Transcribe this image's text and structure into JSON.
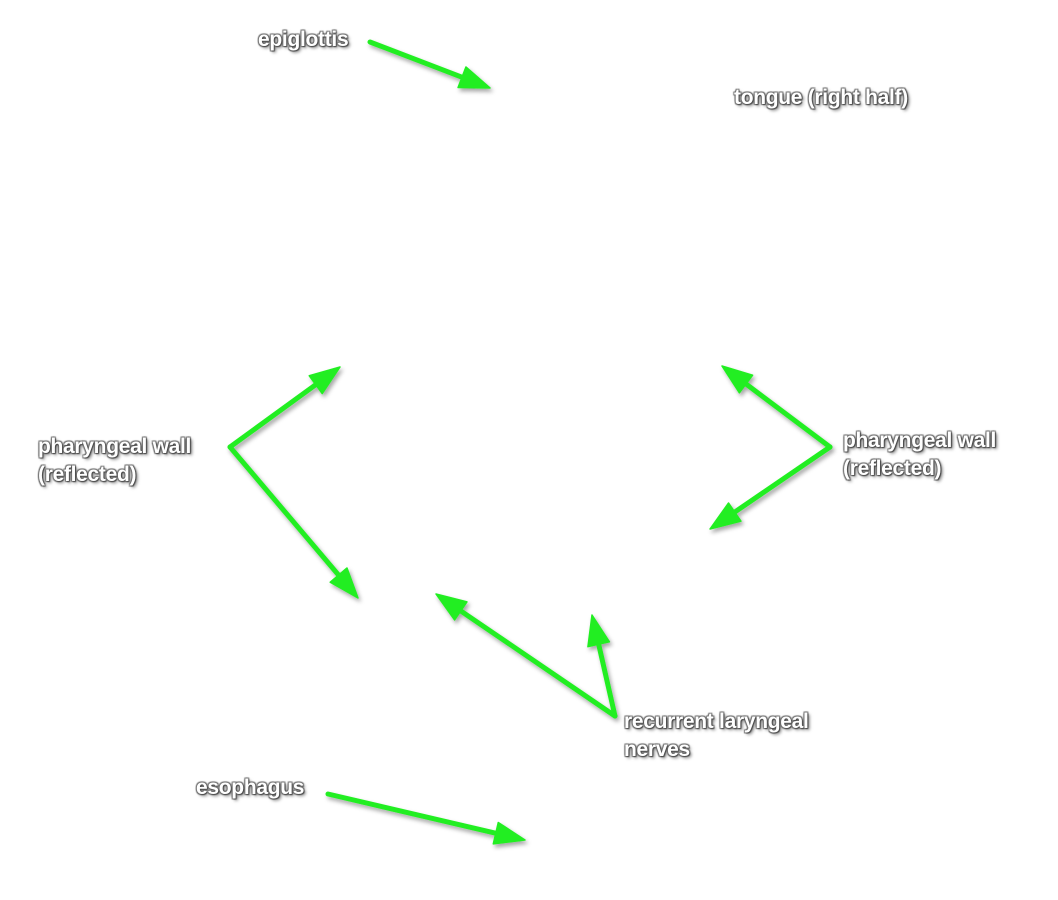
{
  "labels": {
    "epiglottis": "epiglottis",
    "tongue": "tongue (right half)",
    "pharyngeal_left": [
      "pharyngeal wall",
      "(reflected)"
    ],
    "pharyngeal_right": [
      "pharyngeal wall",
      "(reflected)"
    ],
    "recurrent_laryngeal": [
      "recurrent laryngeal",
      "nerves"
    ],
    "esophagus": "esophagus"
  },
  "colors": {
    "arrow": "#22ee22",
    "label_text": "#ffffff"
  }
}
